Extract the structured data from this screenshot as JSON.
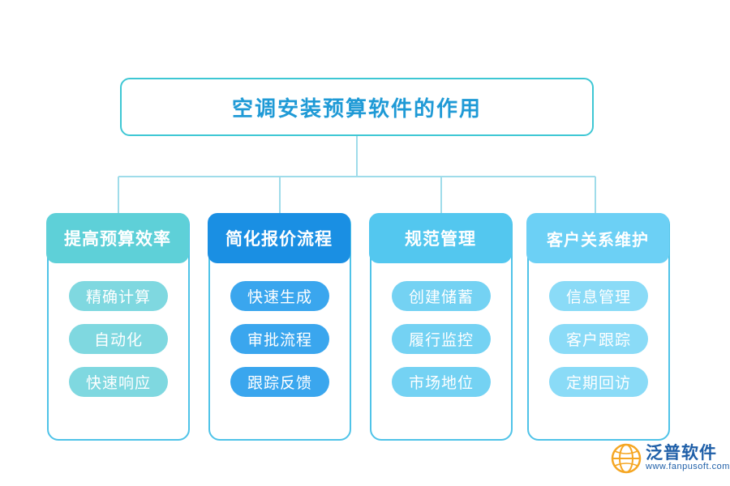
{
  "diagram": {
    "title": "空调安装预算软件的作用",
    "root_border_color": "#3ec7d4",
    "root_text_color": "#1f9ad6",
    "branches": [
      {
        "header": "提高预算效率",
        "header_color": "#5ed0d8",
        "item_color": "#7fd8e0",
        "items": [
          "精确计算",
          "自动化",
          "快速响应"
        ]
      },
      {
        "header": "简化报价流程",
        "header_color": "#1a8fe3",
        "item_color": "#3aa6ee",
        "items": [
          "快速生成",
          "审批流程",
          "跟踪反馈"
        ]
      },
      {
        "header": "规范管理",
        "header_color": "#53c7ef",
        "item_color": "#74d2f3",
        "items": [
          "创建储蓄",
          "履行监控",
          "市场地位"
        ]
      },
      {
        "header": "客户关系维护",
        "header_color": "#6cd0f5",
        "item_color": "#8adbf7",
        "items": [
          "信息管理",
          "客户跟踪",
          "定期回访"
        ]
      }
    ]
  },
  "watermark": {
    "name_cn": "泛普软件",
    "name_en": "www.fanpusoft.com",
    "color": "#1f5fa8",
    "mark_icon": "globe-icon"
  }
}
